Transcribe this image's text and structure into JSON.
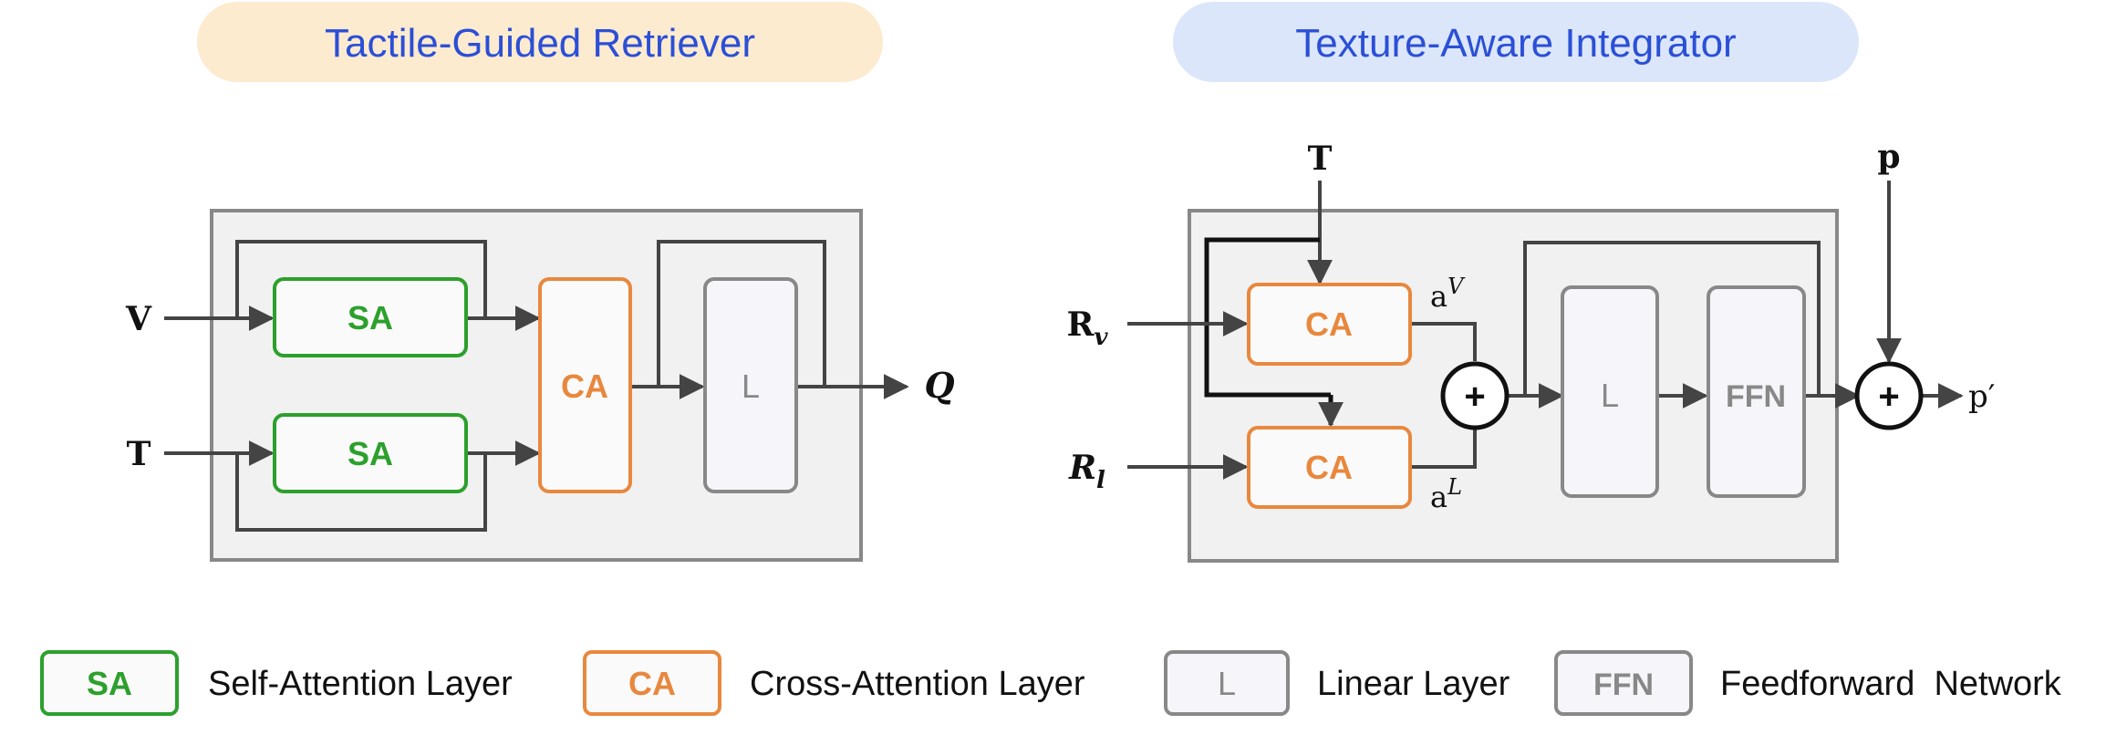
{
  "titles": {
    "left": "Tactile-Guided Retriever",
    "right": "Texture-Aware Integrator"
  },
  "colors": {
    "title_left_bg": "#fdebd0",
    "title_right_bg": "#dbe6fb",
    "title_text": "#2b4fd6",
    "sa": "#2ca02c",
    "ca": "#e8883e",
    "linear": "#888888",
    "panel_bg": "#f1f1f1"
  },
  "retriever": {
    "input_v": "V",
    "input_t": "T",
    "sa_top": "SA",
    "sa_bottom": "SA",
    "ca": "CA",
    "linear": "L",
    "output": "Q"
  },
  "integrator": {
    "input_t": "T",
    "input_p": "p",
    "input_rv_base": "R",
    "input_rv_sub": "v",
    "input_rl_base": "R",
    "input_rl_sub": "l",
    "ca_top": "CA",
    "ca_bottom": "CA",
    "a_top_base": "a",
    "a_top_sup": "V",
    "a_bottom_base": "a",
    "a_bottom_sup": "L",
    "plus": "+",
    "linear": "L",
    "ffn": "FFN",
    "output": "p′"
  },
  "legend": [
    {
      "key": "SA",
      "label": "Self-Attention Layer"
    },
    {
      "key": "CA",
      "label": "Cross-Attention Layer"
    },
    {
      "key": "L",
      "label": "Linear Layer"
    },
    {
      "key": "FFN",
      "label": "Feedforward  Network"
    }
  ]
}
